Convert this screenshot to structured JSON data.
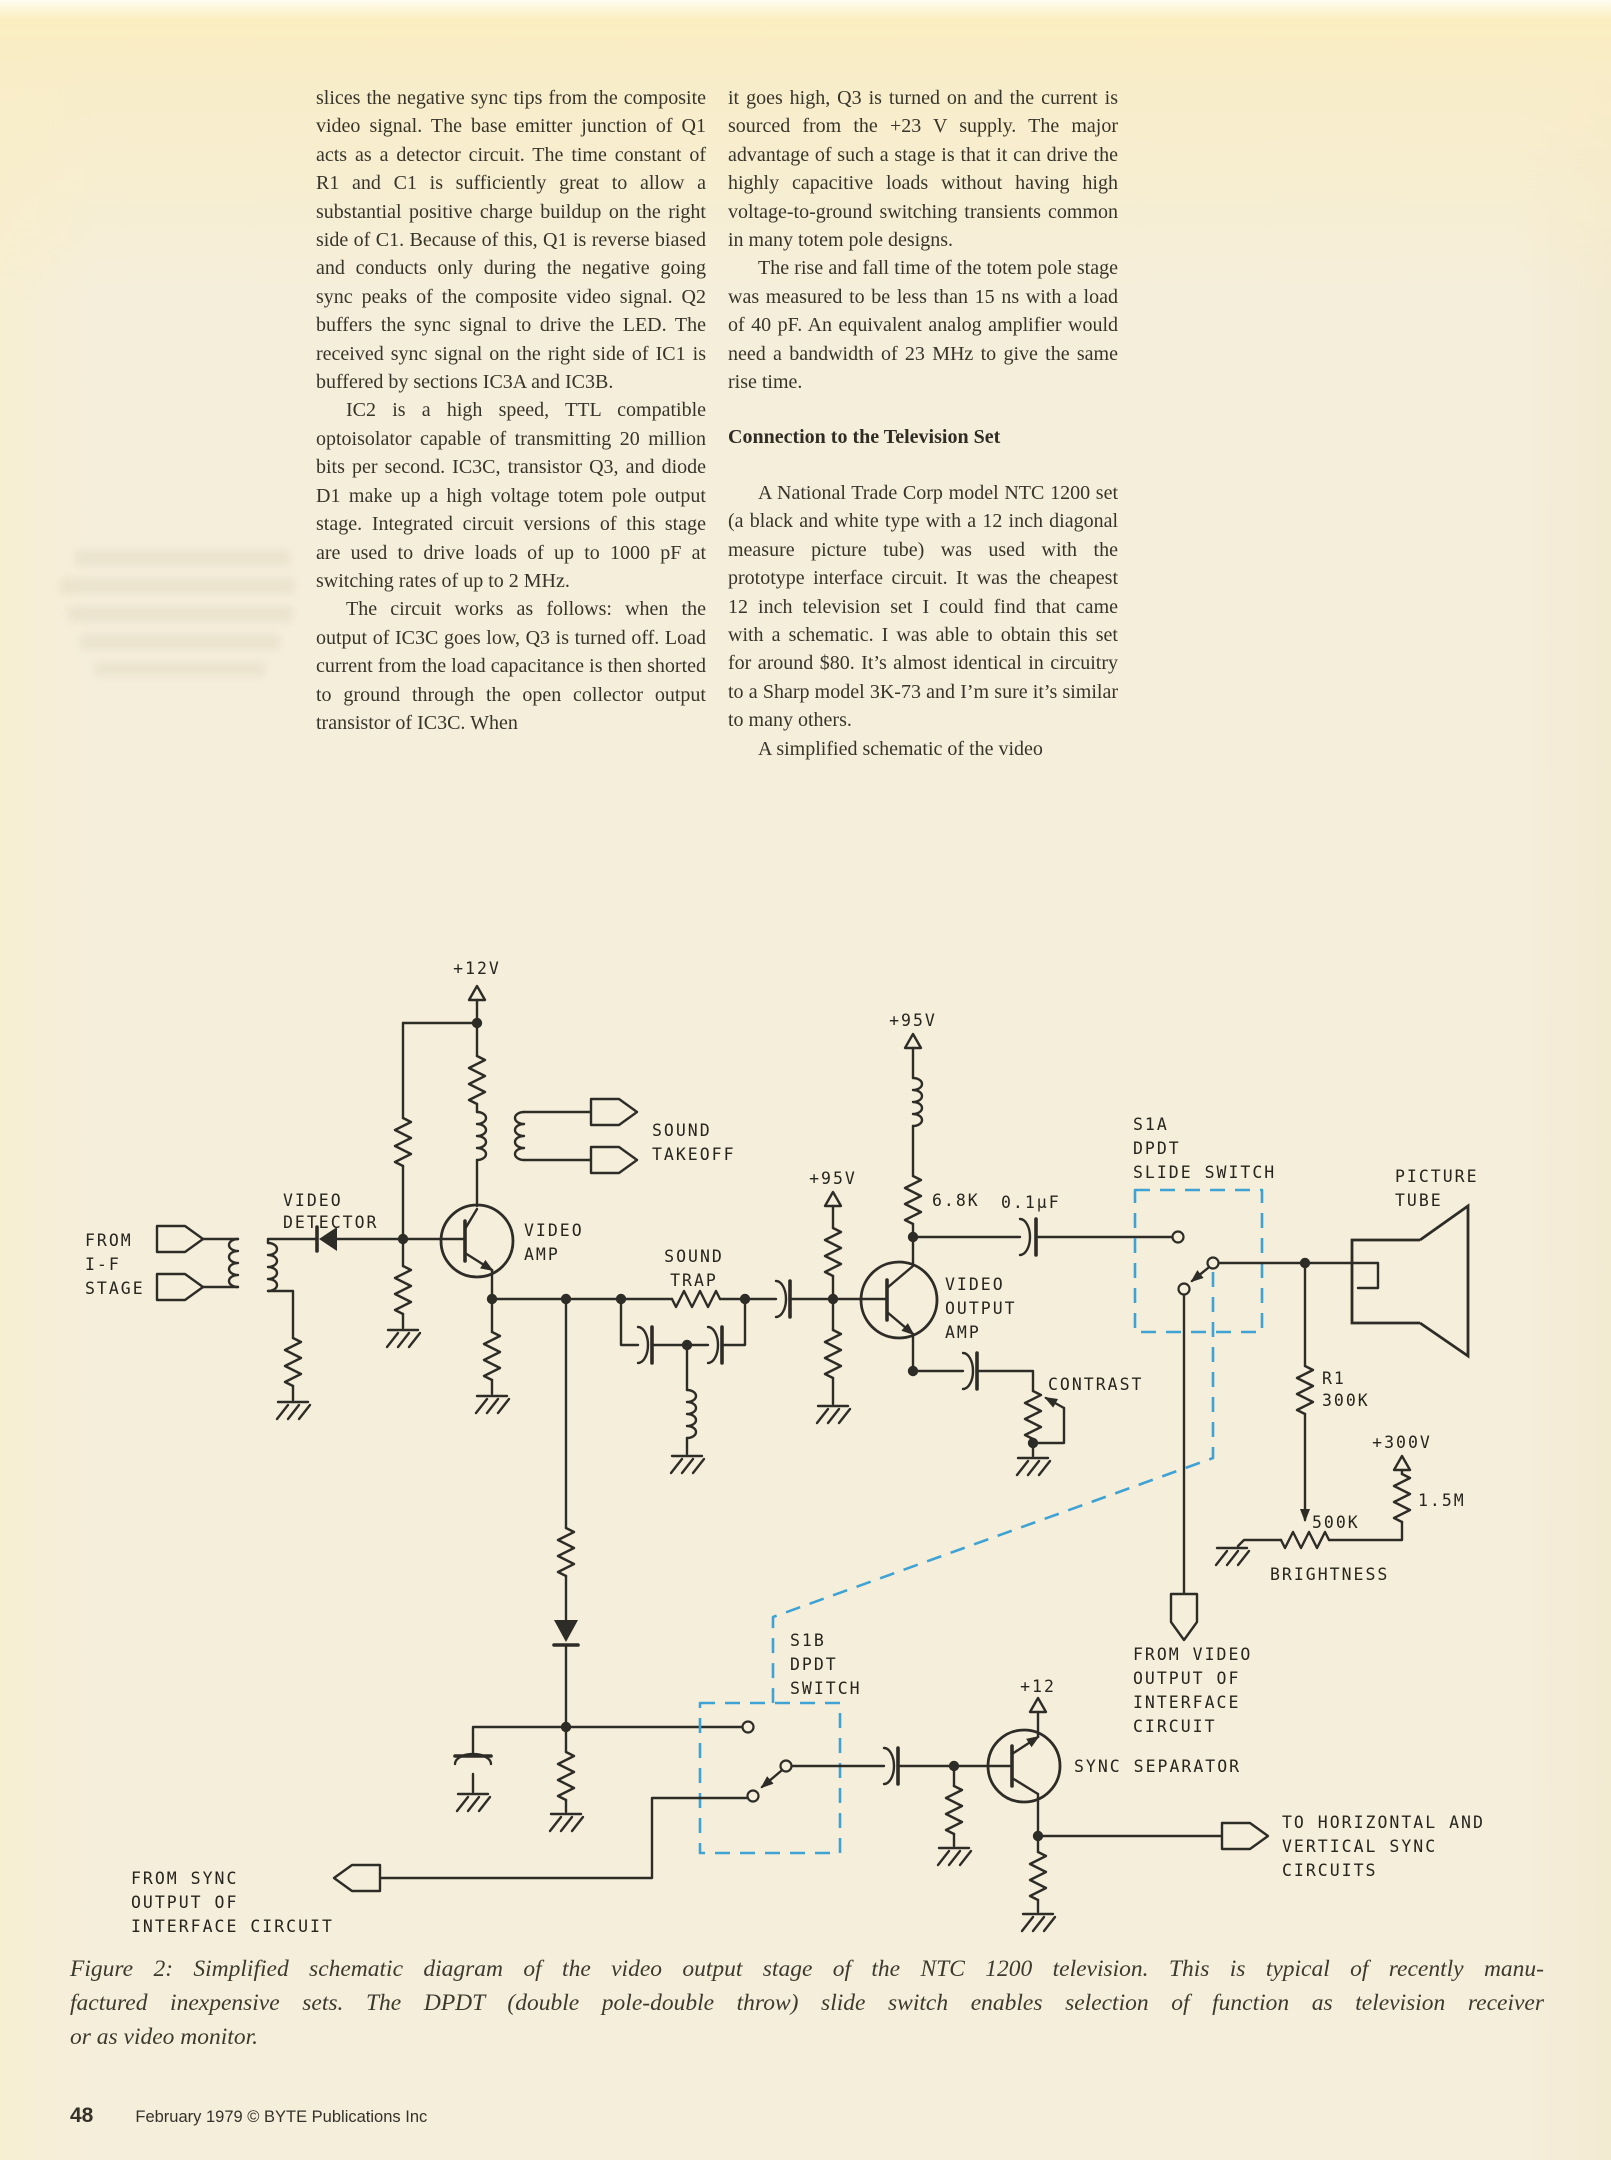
{
  "article": {
    "left_column": {
      "p1": "slices the negative sync tips from the composite video signal. The base emitter junction of Q1 acts as a detector circuit. The time constant of R1 and C1 is sufficiently great to allow a substantial positive charge buildup on the right side of C1. Because of this, Q1 is reverse biased and conducts only during the negative going sync peaks of the composite video signal. Q2 buffers the sync signal to drive the LED. The received sync signal on the right side of IC1 is buffered by sections IC3A and IC3B.",
      "p2": "IC2 is a high speed, TTL compatible optoisolator capable of transmitting 20 million bits per second. IC3C, transistor Q3, and diode D1 make up a high voltage totem pole output stage. Integrated circuit versions of this stage are used to drive loads of up to 1000 pF at switching rates of up to 2 MHz.",
      "p3": "The circuit works as follows: when the output of IC3C goes low, Q3 is turned off. Load current from the load capacitance is then shorted to ground through the open collector output transistor of IC3C. When"
    },
    "right_column": {
      "p1": "it goes high, Q3 is turned on and the current is sourced from the +23 V supply. The major advantage of such a stage is that it can drive the highly capacitive loads without having high voltage-to-ground switching transients common in many totem pole designs.",
      "p2": "The rise and fall time of the totem pole stage was measured to be less than 15 ns with a load of 40 pF. An equivalent analog amplifier would need a bandwidth of 23 MHz to give the same rise time.",
      "heading": "Connection to the Television Set",
      "p3": "A National Trade Corp model NTC 1200 set (a black and white type with a 12 inch diagonal measure picture tube) was used with the prototype interface circuit. It was the cheapest 12 inch television set I could find that came with a schematic. I was able to obtain this set for around $80. It’s almost identical in circuitry to a Sharp model 3K-73 and I’m sure it’s similar to many others.",
      "p4": "A simplified schematic of the video"
    }
  },
  "caption": {
    "lines": [
      "Figure 2: Simplified schematic diagram of the video output stage of the NTC 1200 television. This is typical of recently manu-",
      "factured inexpensive sets. The DPDT (double pole-double throw) slide switch enables selection of function as television receiver",
      "or as video monitor."
    ]
  },
  "footer": {
    "page_number": "48",
    "credit": "February 1979 © BYTE Publications Inc"
  },
  "schematic": {
    "colors": {
      "line": "#2e2c26",
      "link_dash": "#3ea2d4",
      "paper": "#f5eedb"
    },
    "labels": {
      "supply_12v": "+12V",
      "from_if_stage": [
        "FROM",
        "I-F",
        "STAGE"
      ],
      "video_detector": [
        "VIDEO",
        "DETECTOR"
      ],
      "video_amp": [
        "VIDEO",
        "AMP"
      ],
      "sound_takeoff": [
        "SOUND",
        "TAKEOFF"
      ],
      "sound_trap": [
        "SOUND",
        "TRAP"
      ],
      "supply_95v_top": "+95V",
      "supply_95v_base": "+95V",
      "r_6_8k": "6.8K",
      "cap_0_1uf": "0.1µF",
      "s1a": [
        "S1A",
        "DPDT",
        "SLIDE SWITCH"
      ],
      "picture_tube": [
        "PICTURE",
        "TUBE"
      ],
      "video_output_amp": [
        "VIDEO",
        "OUTPUT",
        "AMP"
      ],
      "contrast": "CONTRAST",
      "r1": [
        "R1",
        "300K"
      ],
      "supply_300v": "+300V",
      "r_1_5m": "1.5M",
      "r_500k": "500K",
      "brightness": "BRIGHTNESS",
      "s1b": [
        "S1B",
        "DPDT",
        "SWITCH"
      ],
      "from_video_output": [
        "FROM VIDEO",
        "OUTPUT OF",
        "INTERFACE",
        "CIRCUIT"
      ],
      "supply_12": "+12",
      "sync_separator": "SYNC SEPARATOR",
      "to_sync_circuits": [
        "TO HORIZONTAL AND",
        "VERTICAL SYNC",
        "CIRCUITS"
      ],
      "from_sync_output": [
        "FROM SYNC",
        "OUTPUT OF",
        "INTERFACE CIRCUIT"
      ]
    }
  }
}
